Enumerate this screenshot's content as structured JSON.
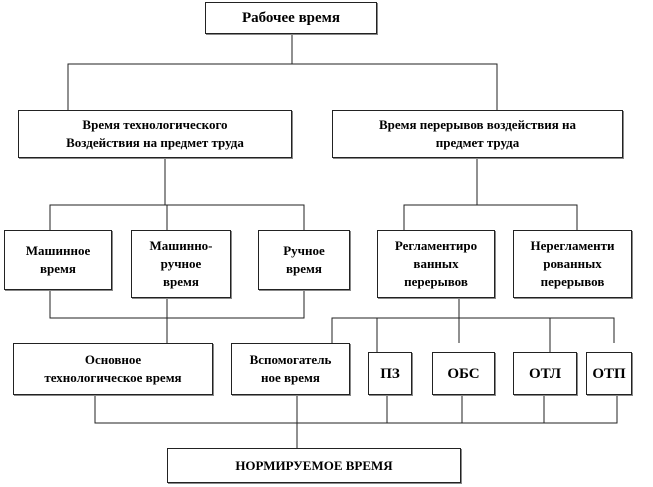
{
  "root": "Рабочее время",
  "level1": {
    "left": [
      "Время технологического",
      "Воздействия на предмет труда"
    ],
    "right": [
      "Время перерывов воздействия на",
      "предмет труда"
    ]
  },
  "level2": {
    "machine": [
      "Машинное",
      "время"
    ],
    "machine_manual": [
      "Машинно-",
      "ручное",
      "время"
    ],
    "manual": [
      "Ручное",
      "время"
    ],
    "regulated": [
      "Регламентиро",
      "ванных",
      "перерывов"
    ],
    "unregulated": [
      "Нерегламенти",
      "рованных",
      "перерывов"
    ]
  },
  "level3": {
    "main": [
      "Основное",
      "технологическое время"
    ],
    "auxiliary": [
      "Вспомогатель",
      "ное время"
    ],
    "pz": "ПЗ",
    "obs": "ОБС",
    "otl": "ОТЛ",
    "otp": "ОТП"
  },
  "result": "НОРМИРУЕМОЕ ВРЕМЯ"
}
